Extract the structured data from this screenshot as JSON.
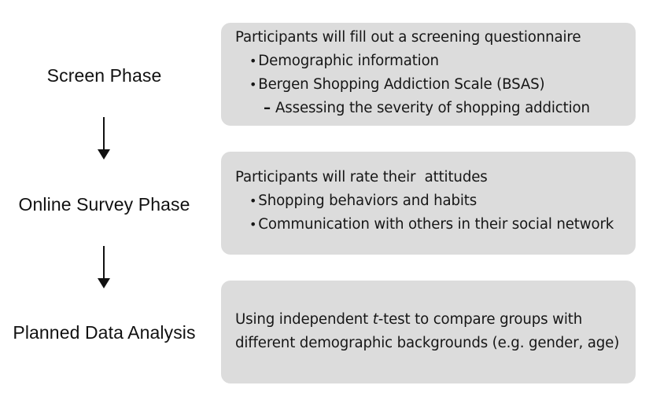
{
  "phases": [
    {
      "label": "Screen Phase",
      "heading": "Participants will fill out a screening questionnaire",
      "bullets": [
        "Demographic information",
        "Bergen Shopping Addiction Scale (BSAS)"
      ],
      "sub_bullet": "Assessing the severity of shopping addiction"
    },
    {
      "label": "Online Survey Phase",
      "heading": "Participants will rate their  attitudes",
      "bullets": [
        "Shopping behaviors and habits",
        "Communication with others in their social network"
      ]
    },
    {
      "label": "Planned Data Analysis",
      "line1_before": "Using independent ",
      "line1_italic": "t",
      "line1_after": "-test to compare groups with",
      "line2": "different demographic backgrounds (e.g. gender, age)"
    }
  ],
  "bullet_glyph": "•",
  "dash_glyph": "–"
}
